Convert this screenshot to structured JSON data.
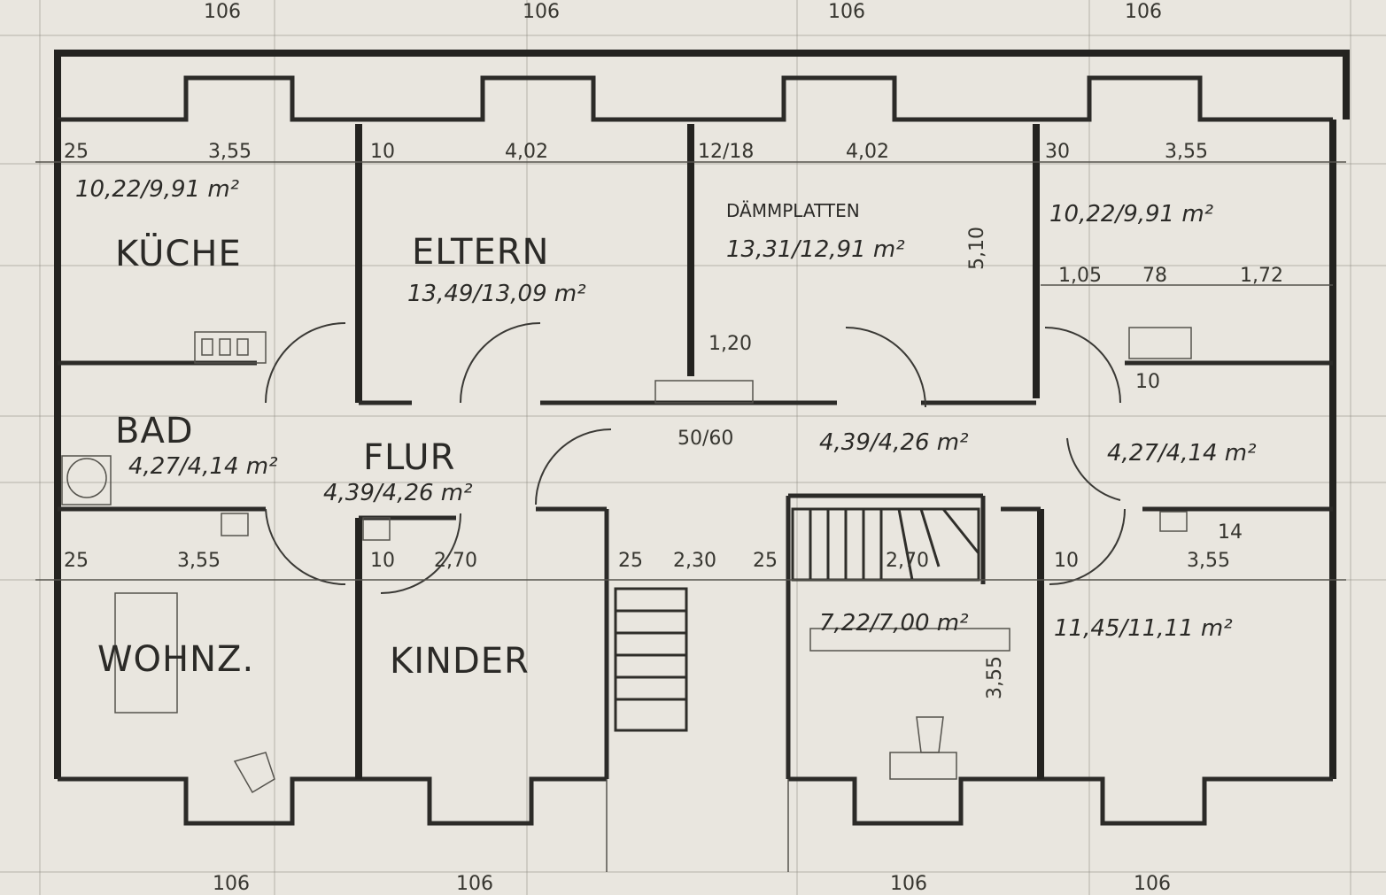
{
  "rooms": {
    "kueche": {
      "name": "KÜCHE",
      "area": "10,22/9,91 m²"
    },
    "eltern": {
      "name": "ELTERN",
      "area": "13,49/13,09 m²"
    },
    "room_center": {
      "note": "DÄMMPLATTEN",
      "area": "13,31/12,91 m²"
    },
    "room_ne": {
      "area": "10,22/9,91 m²"
    },
    "bad": {
      "name": "BAD",
      "area": "4,27/4,14 m²"
    },
    "flur": {
      "name": "FLUR",
      "area": "4,39/4,26 m²"
    },
    "bath_center": {
      "area": "4,39/4,26 m²"
    },
    "bath_east": {
      "area": "4,27/4,14 m²"
    },
    "wohnz": {
      "name": "WOHNZ."
    },
    "kinder": {
      "name": "KINDER"
    },
    "room_se_small": {
      "area": "7,22/7,00 m²"
    },
    "room_se": {
      "area": "11,45/11,11 m²"
    }
  },
  "dimensions": {
    "top_module": [
      "106",
      "106",
      "106",
      "106"
    ],
    "bottom_module": [
      "106",
      "106",
      "106",
      "106"
    ],
    "upper_row": [
      "25",
      "3,55",
      "10",
      "4,02",
      "12/18",
      "4,02",
      "30",
      "3,55"
    ],
    "lower_row": [
      "25",
      "3,55",
      "10",
      "2,70",
      "25",
      "2,30",
      "25",
      "2,70",
      "10",
      "3,55"
    ],
    "ne_sub": [
      "1,05",
      "78",
      "1,72"
    ],
    "misc": [
      "5,10",
      "1,20",
      "50/60",
      "10",
      "14",
      "3,55"
    ]
  },
  "colors": {
    "paper": "#e9e6df",
    "ink": "#2c2b28"
  }
}
